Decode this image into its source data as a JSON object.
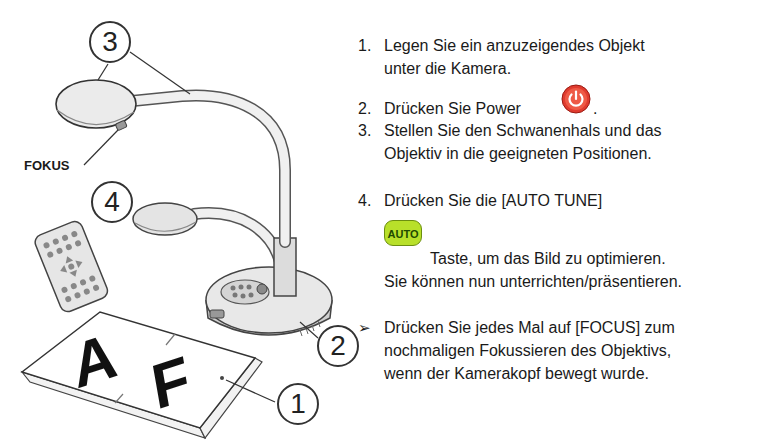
{
  "diagram": {
    "labels": [
      "3",
      "FOKUS",
      "4",
      "2",
      "1",
      "A",
      "F",
      "1.",
      "Legen Sie ein anzuzeigendes Objekt unter die Kamera.",
      "2.",
      "Drücken Sie Power",
      ".",
      "3.",
      "Stellen Sie den Schwanenhals und das Objektiv in die geeigneten Positionen.",
      "4.",
      "Drücken Sie die [AUTO TUNE]",
      "AUTO",
      "Taste, um das Bild zu optimieren. Sie können nun unterrichten/präsentieren.",
      "➢",
      "Drücken Sie jedes Mal auf [FOCUS] zum nochmaligen Fokussieren des Objektivs, wenn der Kamerakopf bewegt wurde."
    ]
  }
}
